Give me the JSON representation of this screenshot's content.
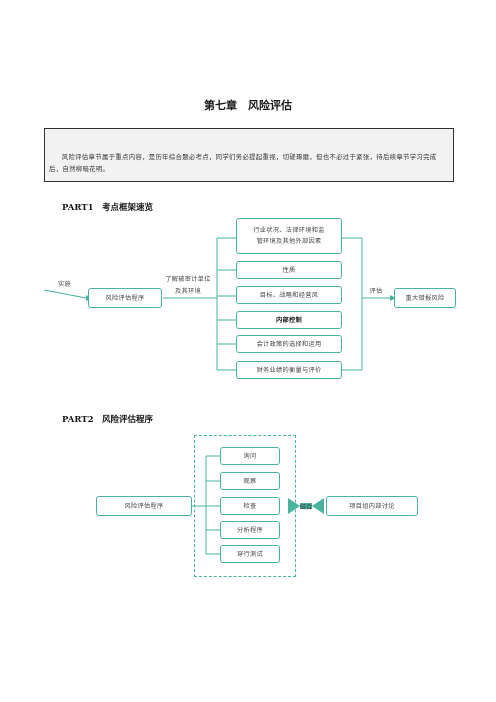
{
  "page": {
    "title": "第七章　风险评估",
    "intro": "风险评估章节属于重点内容，是历年综合题必考点，同学们务必提起重视，切磋琢磨，但也不必过于紧张，待后续章节学习完成后，自然柳暗花明。"
  },
  "part1": {
    "title": "PART1　考点框架速览",
    "left_label": "实施",
    "program": "风险评估程序",
    "middle_label_line1": "了解被审计单位",
    "middle_label_line2": "及其环境",
    "items": [
      {
        "line1": "行业状况、法律环境和监",
        "line2": "管环境及其他外部因素"
      },
      {
        "line1": "性质",
        "line2": ""
      },
      {
        "line1": "目标、战略和经营风",
        "line2": ""
      },
      {
        "line1": "内部控制",
        "line2": ""
      },
      {
        "line1": "会计政策的选择和运用",
        "line2": ""
      },
      {
        "line1": "财务业绩的衡量与评价",
        "line2": ""
      }
    ],
    "right_label": "评估",
    "result": "重大错报风险"
  },
  "part2": {
    "title": "PART2　风险评估程序",
    "program": "风险评估程序",
    "items": [
      "询问",
      "观察",
      "检查",
      "分析程序",
      "穿行测试"
    ],
    "tag": "结合",
    "result": "项目组内部讨论"
  },
  "colors": {
    "accent": "#4ab3a0",
    "intro_bg": "#f2f2f2"
  }
}
